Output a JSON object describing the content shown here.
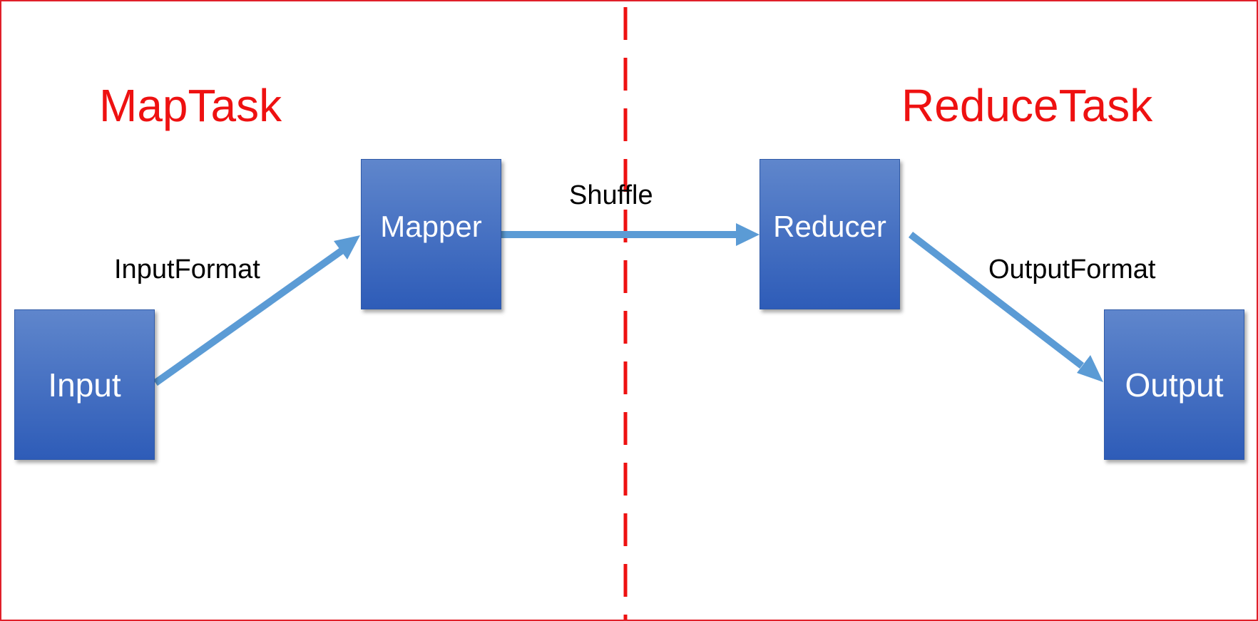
{
  "colors": {
    "accent_red": "#ee1111",
    "frame_red": "#e0202a",
    "node_top": "#5f86cc",
    "node_bottom": "#2e5cb8",
    "arrow_blue": "#5b9bd5",
    "label_black": "#000000"
  },
  "sections": {
    "map_title": "MapTask",
    "reduce_title": "ReduceTask"
  },
  "nodes": {
    "input": "Input",
    "mapper": "Mapper",
    "reducer": "Reducer",
    "output": "Output"
  },
  "edges": {
    "input_to_mapper": "InputFormat",
    "mapper_to_reducer": "Shuffle",
    "reducer_to_output": "OutputFormat"
  }
}
